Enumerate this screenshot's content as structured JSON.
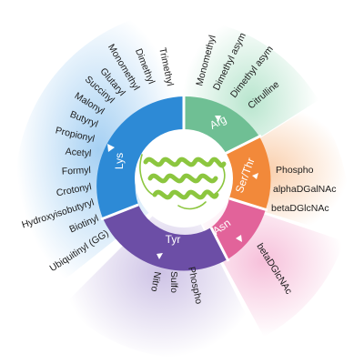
{
  "colors": {
    "lys": "#2d8ad6",
    "arg": "#6fbf94",
    "serthr": "#f2893a",
    "asn": "#e2639a",
    "tyr": "#6c4ea6",
    "glow_lys": "#4aa0e6",
    "glow_arg": "#7fd0a6",
    "glow_serthr": "#f6ae74",
    "glow_asn": "#ef8cbc",
    "glow_tyr": "#9c86cc",
    "protein": "#8cc63f"
  },
  "segments": [
    {
      "id": "lys",
      "name": "Lys"
    },
    {
      "id": "arg",
      "name": "Arg"
    },
    {
      "id": "serthr",
      "name": "Ser/Thr"
    },
    {
      "id": "asn",
      "name": "Asn"
    },
    {
      "id": "tyr",
      "name": "Tyr"
    }
  ],
  "modifications": {
    "lys": [
      "Trimethyl",
      "Dimethyl",
      "Monomethyl",
      "Glutaryl",
      "Succinyl",
      "Malonyl",
      "Butyryl",
      "Propionyl",
      "Acetyl",
      "Formyl",
      "Crotonyl",
      "Hydroxyisobutyryl",
      "Biotinyl",
      "Ubiquitinyl (GG)"
    ],
    "arg": [
      "Monomethyl",
      "Dimethyl asym",
      "Dimethyl asym",
      "Citrulline"
    ],
    "serthr": [
      "Phospho",
      "alphaDGalNAc",
      "betaDGlcNAc"
    ],
    "asn": [
      "betaDGlcNAc"
    ],
    "tyr": [
      "Nitro",
      "Sulfo",
      "Phospho"
    ]
  },
  "center_icon": "protein-structure-icon"
}
